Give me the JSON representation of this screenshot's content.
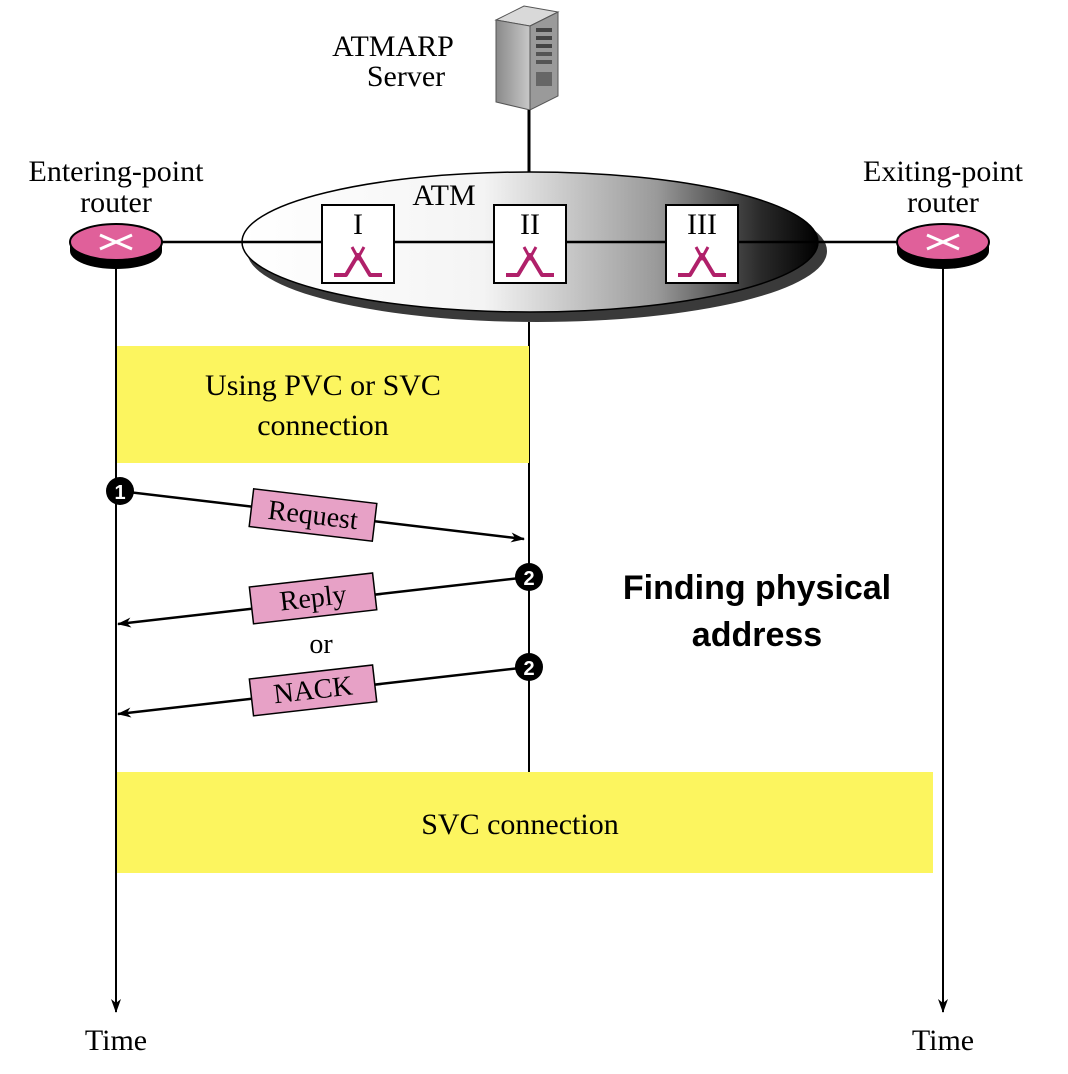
{
  "server": {
    "label_line1": "ATMARP",
    "label_line2": "Server"
  },
  "network": {
    "label": "ATM"
  },
  "switches": [
    "I",
    "II",
    "III"
  ],
  "routers": {
    "entering": {
      "line1": "Entering-point",
      "line2": "router"
    },
    "exiting": {
      "line1": "Exiting-point",
      "line2": "router"
    }
  },
  "phases": {
    "first_line1": "Using PVC or SVC",
    "first_line2": "connection",
    "second": "SVC connection"
  },
  "messages": {
    "request": "Request",
    "reply": "Reply",
    "or": "or",
    "nack": "NACK"
  },
  "steps": {
    "one": "1",
    "two": "2"
  },
  "title": {
    "line1": "Finding physical",
    "line2": "address"
  },
  "axis": {
    "time_left": "Time",
    "time_right": "Time"
  },
  "colors": {
    "router_pink": "#e0609a",
    "label_pink": "#e7a1c6",
    "phase_yellow": "#fcf55f",
    "switch_symbol": "#b0206a"
  }
}
